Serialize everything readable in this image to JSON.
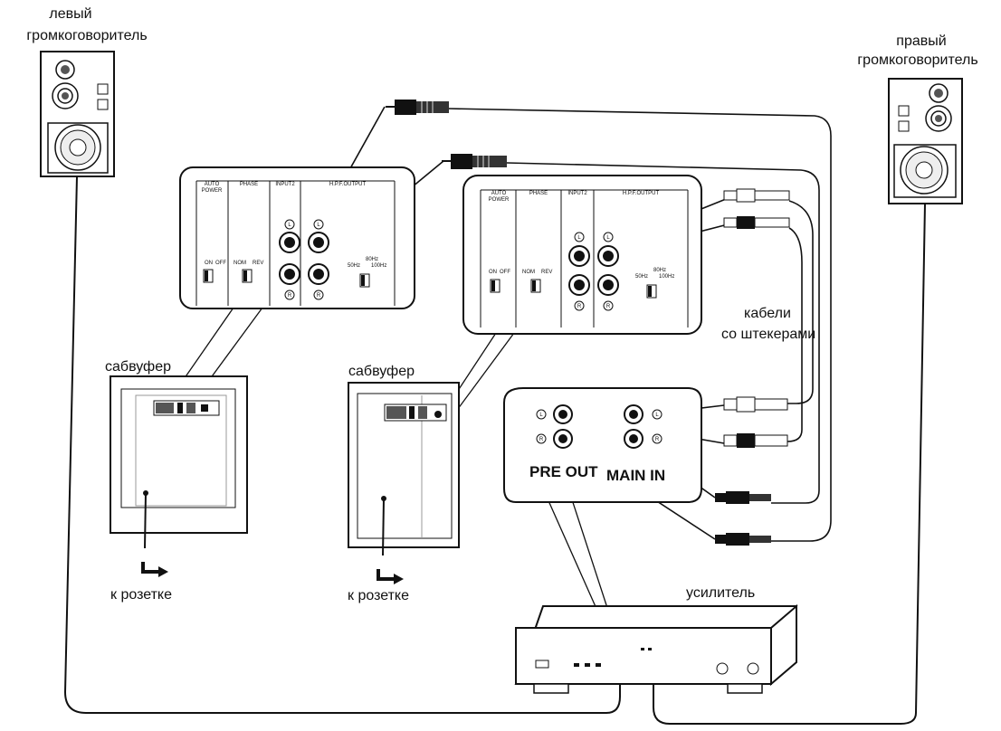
{
  "labels": {
    "left_speaker": [
      "левый",
      "громкоговоритель"
    ],
    "right_speaker": [
      "правый",
      "громкоговоритель"
    ],
    "subwoofer_1": "сабвуфер",
    "subwoofer_2": "сабвуфер",
    "outlet_1": "к розетке",
    "outlet_2": "к розетке",
    "cables": [
      "кабели",
      "со штекерами"
    ],
    "amplifier": "усилитель",
    "pre_out": "PRE OUT",
    "main_in": "MAIN IN"
  },
  "panel": {
    "auto_power": [
      "AUTO",
      "POWER"
    ],
    "phase": "PHASE",
    "input2": "INPUT2",
    "hpf_output": "H.P.F.OUTPUT",
    "on": "ON",
    "off": "OFF",
    "nom": "NOM",
    "rev": "REV",
    "freq_80": "80Hz",
    "freq_50": "50Hz",
    "freq_100": "100Hz",
    "jack_l": "L",
    "jack_r": "R"
  },
  "colors": {
    "ink": "#111111",
    "paper": "#ffffff"
  }
}
